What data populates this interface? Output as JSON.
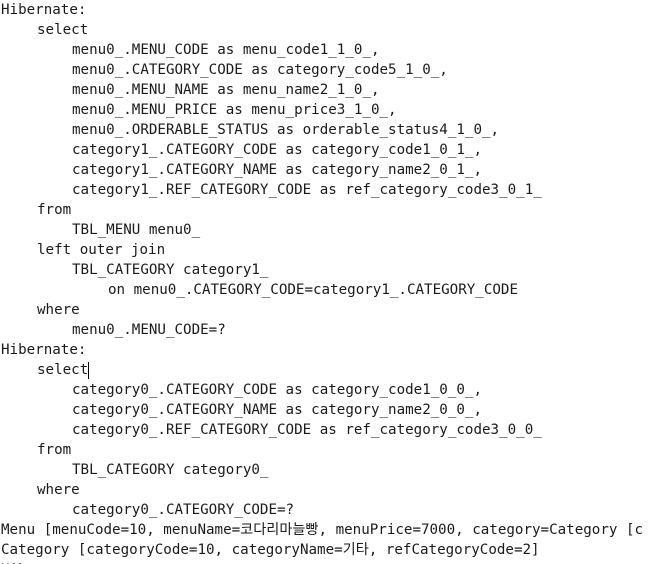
{
  "console": {
    "lines": [
      {
        "text": "Hibernate:",
        "indent": 0
      },
      {
        "text": "select",
        "indent": 1
      },
      {
        "text": "menu0_.MENU_CODE as menu_code1_1_0_,",
        "indent": 2
      },
      {
        "text": "menu0_.CATEGORY_CODE as category_code5_1_0_,",
        "indent": 2
      },
      {
        "text": "menu0_.MENU_NAME as menu_name2_1_0_,",
        "indent": 2
      },
      {
        "text": "menu0_.MENU_PRICE as menu_price3_1_0_,",
        "indent": 2
      },
      {
        "text": "menu0_.ORDERABLE_STATUS as orderable_status4_1_0_,",
        "indent": 2
      },
      {
        "text": "category1_.CATEGORY_CODE as category_code1_0_1_,",
        "indent": 2
      },
      {
        "text": "category1_.CATEGORY_NAME as category_name2_0_1_,",
        "indent": 2
      },
      {
        "text": "category1_.REF_CATEGORY_CODE as ref_category_code3_0_1_",
        "indent": 2
      },
      {
        "text": "from",
        "indent": 1
      },
      {
        "text": "TBL_MENU menu0_",
        "indent": 2
      },
      {
        "text": "left outer join",
        "indent": 1
      },
      {
        "text": "TBL_CATEGORY category1_",
        "indent": 2
      },
      {
        "text": "on menu0_.CATEGORY_CODE=category1_.CATEGORY_CODE",
        "indent": 3
      },
      {
        "text": "where",
        "indent": 1
      },
      {
        "text": "menu0_.MENU_CODE=?",
        "indent": 2
      },
      {
        "text": "Hibernate:",
        "indent": 0
      },
      {
        "text": "select",
        "indent": 1,
        "caret": true
      },
      {
        "text": "category0_.CATEGORY_CODE as category_code1_0_0_,",
        "indent": 2
      },
      {
        "text": "category0_.CATEGORY_NAME as category_name2_0_0_,",
        "indent": 2
      },
      {
        "text": "category0_.REF_CATEGORY_CODE as ref_category_code3_0_0_",
        "indent": 2
      },
      {
        "text": "from",
        "indent": 1
      },
      {
        "text": "TBL_CATEGORY category0_",
        "indent": 2
      },
      {
        "text": "where",
        "indent": 1
      },
      {
        "text": "category0_.CATEGORY_CODE=?",
        "indent": 2
      },
      {
        "text": "Menu [menuCode=10, menuName=코다리마늘빵, menuPrice=7000, category=Category [c",
        "indent": 0
      },
      {
        "text": "Category [categoryCode=10, categoryName=기타, refCategoryCode=2]",
        "indent": 0
      },
      {
        "text": "Hibernate:",
        "indent": 0
      }
    ]
  }
}
